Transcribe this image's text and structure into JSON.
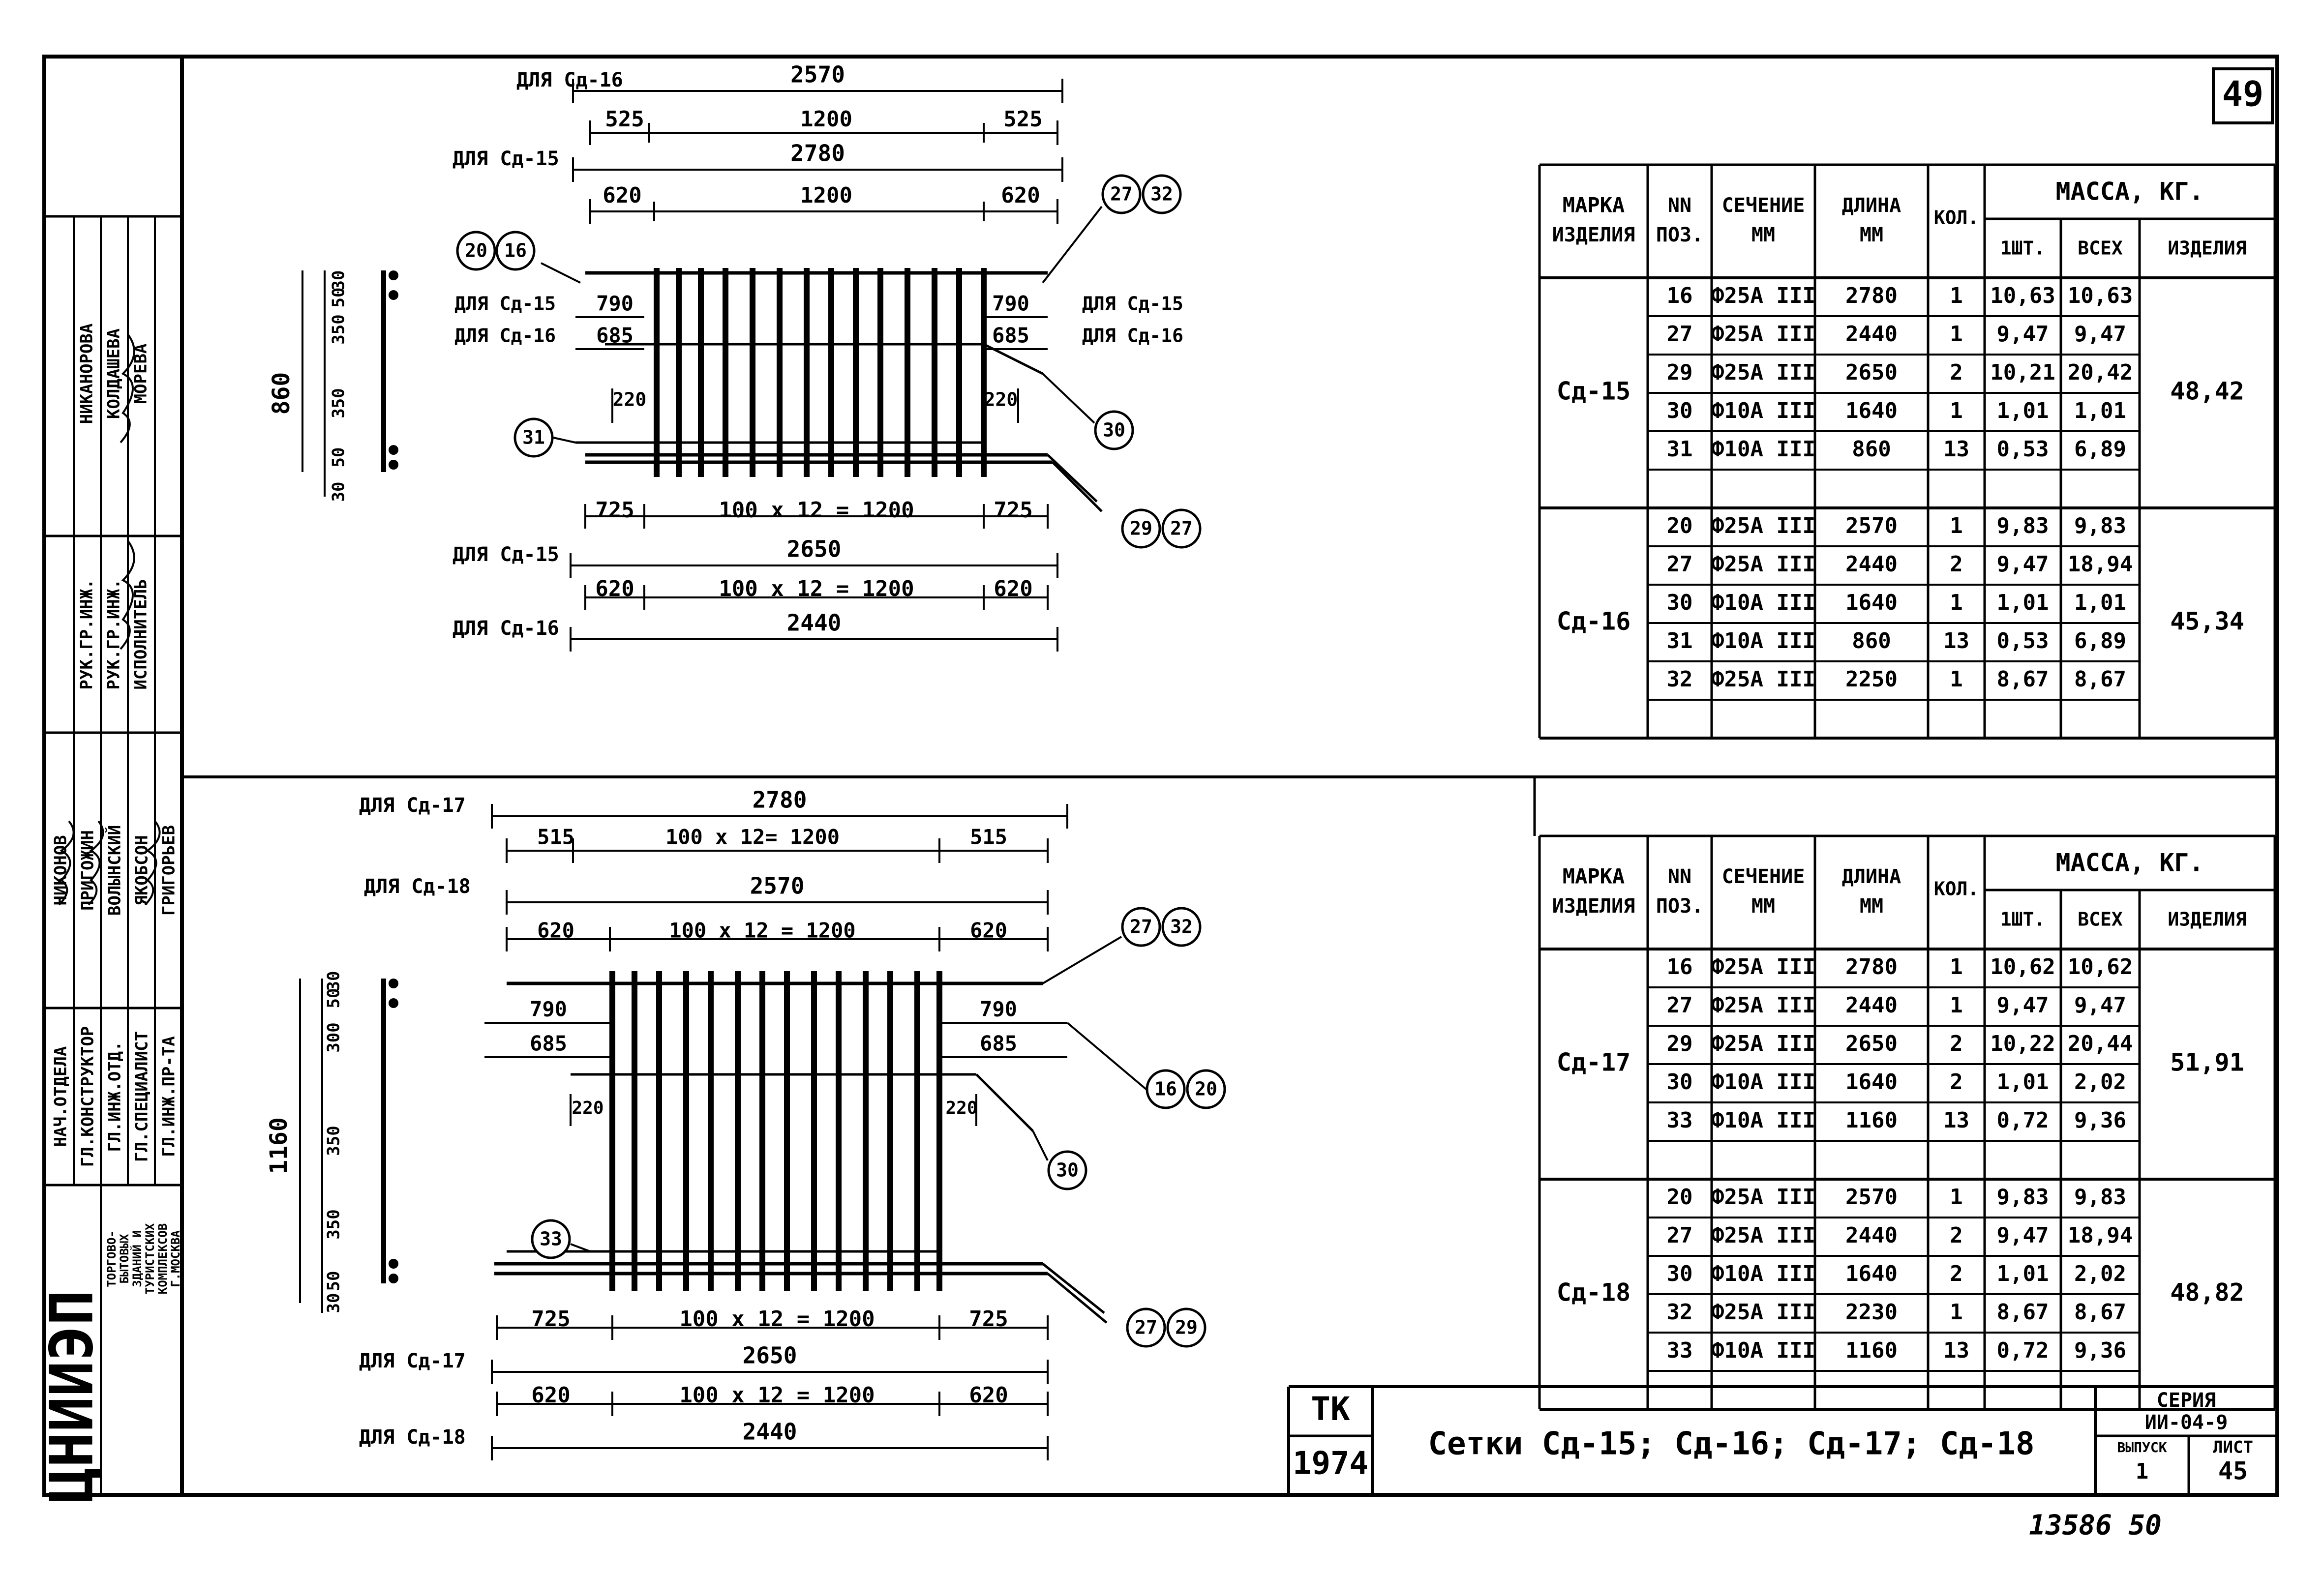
{
  "sheet": {
    "number": "49",
    "title": "Сетки   Сд-15; Сд-16; Сд-17; Сд-18",
    "stamp_tk": "ТК",
    "year": "1974",
    "series_label": "СЕРИЯ",
    "series_value": "ИИ-04-9",
    "issue_label": "ВЫПУСК",
    "issue_value": "1",
    "sheet_label": "ЛИСТ",
    "sheet_value": "45",
    "footer_note": "13586   50"
  },
  "title_block": {
    "org_logo": "ЦНИИЭП",
    "org_lines": [
      "ТОРГОВО-",
      "БЫТОВЫХ",
      "ЗДАНИЙ И",
      "ТУРИСТСКИХ",
      "КОМПЛЕКСОВ",
      "Г.МОСКВА"
    ],
    "roles": [
      "НАЧ.ОТДЕЛА",
      "ГЛ.КОНСТРУКТОР",
      "ГЛ.ИНЖ.ОТД.",
      "ГЛ.СПЕЦИАЛИСТ",
      "ГЛ.ИНЖ.ПР-ТА"
    ],
    "names_a": [
      "НИКОНОВ",
      "ПРИГОЖИН",
      "ВОЛЫНСКИЙ",
      "ЯКОБСОН",
      "ГРИГОРЬЕВ"
    ],
    "roles_b": [
      "РУК.ГР.ИНЖ.",
      "РУК.ГР.ИНЖ.",
      "ИСПОЛНИТЕЛЬ"
    ],
    "names_b": [
      "НИКАНОРОВА",
      "КОЛДАШЕВА",
      "МОРЕВА"
    ]
  },
  "drawing_top": {
    "dims_top": [
      {
        "label": "ДЛЯ Сд-16",
        "value": "2570"
      },
      {
        "label": "",
        "sub": [
          "525",
          "1200",
          "525"
        ]
      },
      {
        "label": "ДЛЯ Сд-15",
        "value": "2780"
      },
      {
        "label": "",
        "sub": [
          "620",
          "1200",
          "620"
        ]
      }
    ],
    "side_dim": "860",
    "side_sub": [
      "30",
      "50",
      "350",
      "350",
      "50",
      "30"
    ],
    "left_labels": [
      {
        "label": "ДЛЯ Сд-15",
        "value": "790"
      },
      {
        "label": "ДЛЯ Сд-16",
        "value": "685"
      }
    ],
    "right_labels": [
      {
        "label": "ДЛЯ Сд-15",
        "value": "790"
      },
      {
        "label": "ДЛЯ Сд-16",
        "value": "685"
      }
    ],
    "inner": [
      "220",
      "220"
    ],
    "dims_bottom": [
      {
        "sub": [
          "725",
          "100 х 12 = 1200",
          "725"
        ]
      },
      {
        "label": "ДЛЯ Сд-15",
        "value": "2650"
      },
      {
        "sub": [
          "620",
          "100 х 12 = 1200",
          "620"
        ]
      },
      {
        "label": "ДЛЯ Сд-16",
        "value": "2440"
      }
    ],
    "callouts": [
      "20",
      "16",
      "27",
      "32",
      "30",
      "31",
      "29",
      "27"
    ]
  },
  "drawing_bottom": {
    "dims_top": [
      {
        "label": "ДЛЯ Сд-17",
        "value": "2780"
      },
      {
        "label": "",
        "sub": [
          "515",
          "100 х 12= 1200",
          "515"
        ]
      },
      {
        "label": "ДЛЯ Сд-18",
        "value": "2570"
      },
      {
        "label": "",
        "sub": [
          "620",
          "100 х 12 = 1200",
          "620"
        ]
      }
    ],
    "side_dim": "1160",
    "side_sub": [
      "30",
      "50",
      "300",
      "350",
      "350",
      "50",
      "30"
    ],
    "left_labels": [
      {
        "value": "790"
      },
      {
        "value": "685"
      }
    ],
    "right_labels": [
      {
        "value": "790"
      },
      {
        "value": "685"
      }
    ],
    "inner": [
      "220",
      "220"
    ],
    "dims_bottom": [
      {
        "sub": [
          "725",
          "100 х 12 = 1200",
          "725"
        ]
      },
      {
        "label": "ДЛЯ Сд-17",
        "value": "2650"
      },
      {
        "sub": [
          "620",
          "100 х 12 = 1200",
          "620"
        ]
      },
      {
        "label": "ДЛЯ Сд-18",
        "value": "2440"
      }
    ],
    "callouts": [
      "27",
      "32",
      "16",
      "20",
      "30",
      "33",
      "27",
      "29"
    ]
  },
  "table_headers": {
    "mark": [
      "МАРКА",
      "ИЗДЕЛИЯ"
    ],
    "pos": [
      "NN",
      "ПОЗ."
    ],
    "section": [
      "СЕЧЕНИЕ",
      "ММ"
    ],
    "length": [
      "ДЛИНА",
      "ММ"
    ],
    "qty": "КОЛ.",
    "mass": "МАССА,  КГ.",
    "mass_one": "1ШТ.",
    "mass_all": "ВСЕХ",
    "mass_item": "ИЗДЕЛИЯ"
  },
  "table_top": {
    "groups": [
      {
        "mark": "Сд-15",
        "total": "48,42",
        "rows": [
          [
            "16",
            "Ф25А III",
            "2780",
            "1",
            "10,63",
            "10,63"
          ],
          [
            "27",
            "Ф25А III",
            "2440",
            "1",
            "9,47",
            "9,47"
          ],
          [
            "29",
            "Ф25А III",
            "2650",
            "2",
            "10,21",
            "20,42"
          ],
          [
            "30",
            "Ф10А III",
            "1640",
            "1",
            "1,01",
            "1,01"
          ],
          [
            "31",
            "Ф10А III",
            "860",
            "13",
            "0,53",
            "6,89"
          ]
        ]
      },
      {
        "mark": "Сд-16",
        "total": "45,34",
        "rows": [
          [
            "20",
            "Ф25А III",
            "2570",
            "1",
            "9,83",
            "9,83"
          ],
          [
            "27",
            "Ф25А III",
            "2440",
            "2",
            "9,47",
            "18,94"
          ],
          [
            "30",
            "Ф10А III",
            "1640",
            "1",
            "1,01",
            "1,01"
          ],
          [
            "31",
            "Ф10А III",
            "860",
            "13",
            "0,53",
            "6,89"
          ],
          [
            "32",
            "Ф25А III",
            "2250",
            "1",
            "8,67",
            "8,67"
          ]
        ]
      }
    ]
  },
  "table_bottom": {
    "groups": [
      {
        "mark": "Сд-17",
        "total": "51,91",
        "rows": [
          [
            "16",
            "Ф25А III",
            "2780",
            "1",
            "10,62",
            "10,62"
          ],
          [
            "27",
            "Ф25А III",
            "2440",
            "1",
            "9,47",
            "9,47"
          ],
          [
            "29",
            "Ф25А III",
            "2650",
            "2",
            "10,22",
            "20,44"
          ],
          [
            "30",
            "Ф10А III",
            "1640",
            "2",
            "1,01",
            "2,02"
          ],
          [
            "33",
            "Ф10А III",
            "1160",
            "13",
            "0,72",
            "9,36"
          ]
        ]
      },
      {
        "mark": "Сд-18",
        "total": "48,82",
        "rows": [
          [
            "20",
            "Ф25А III",
            "2570",
            "1",
            "9,83",
            "9,83"
          ],
          [
            "27",
            "Ф25А III",
            "2440",
            "2",
            "9,47",
            "18,94"
          ],
          [
            "30",
            "Ф10А III",
            "1640",
            "2",
            "1,01",
            "2,02"
          ],
          [
            "32",
            "Ф25А III",
            "2230",
            "1",
            "8,67",
            "8,67"
          ],
          [
            "33",
            "Ф10А III",
            "1160",
            "13",
            "0,72",
            "9,36"
          ]
        ]
      }
    ]
  }
}
